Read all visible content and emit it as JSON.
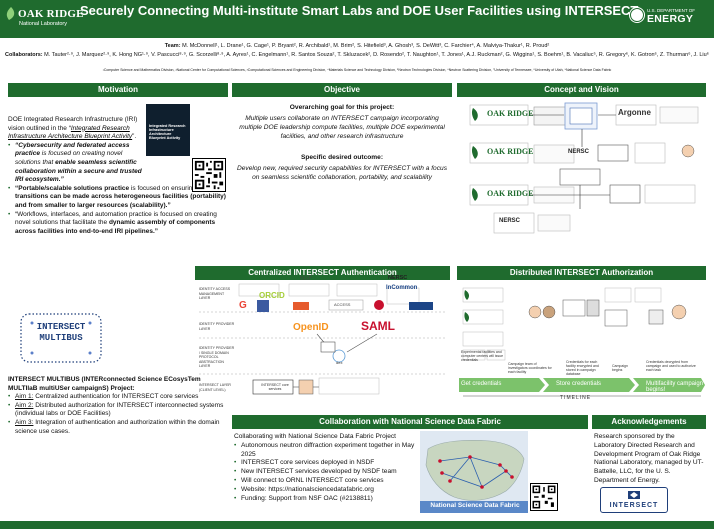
{
  "header": {
    "ornl_logo_line1": "OAK RIDGE",
    "ornl_logo_line2": "National Laboratory",
    "title": "Securely Connecting Multi-institute Smart Labs and DOE User Facilities using INTERSECT",
    "doe_logo_line1": "U.S. DEPARTMENT OF",
    "doe_logo_line2": "ENERGY"
  },
  "authors": {
    "team_label": "Team:",
    "team": "M. McDonnell¹, L. Drane¹, G. Cage¹, P. Bryant², R. Archibald¹, M. Brim², S. Hitefield³, A. Ghosh³, S. DeWitt³, C. Farchier⁴, A. Malviya-Thakur¹, R. Proud²",
    "collab_label": "Collaborators:",
    "collab": "M. Tauter²·⁹, J. Marquez²·⁹, K. Hong NG¹·⁹, V. Pascucci⁸·⁹, G. Scorzelli⁸·⁹, A. Ayres¹, C. Engelmann¹, R. Santos Souza², T. Skluzacek², D. Rosendo², T. Naughton¹, T. Jones¹, A.J. Ruckman², G. Wiggins¹, S. Boehm¹, B. Vacaliuc⁵, R. Gregory⁶, K. Gotron⁶, Z. Thurman⁶, J. Liu⁶",
    "affiliations": "¹Computer Science and Mathematics Division, ²National Center for Computational Sciences, ³Computational Sciences and Engineering Division, ⁴Materials Science and Technology Division, ⁵Neutron Technologies Division, ⁶Neutron Scattering Division, ⁷University of Tennessee, ⁸University of Utah, ⁹National Science Data Fabric"
  },
  "motivation": {
    "heading": "Motivation",
    "intro_plain": "DOE Integrated Research Infrastructure (IRI) vision outlined in the “",
    "intro_link": "Integrated Research Infrastructure Architecture Blueprint Activity",
    "intro_end": "”.",
    "book_title": "Integrated Research Infrastructure Architecture Blueprint Activity",
    "bullet1_bold": "“Cybersecurity and federated access practice",
    "bullet1_rest": " is focused on creating novel solutions that ",
    "bullet1_bold2": "enable seamless scientific collaboration within a secure and trusted IRI ecosystem.”",
    "bullet2_bold": "“Portable/scalable solutions practice",
    "bullet2_rest": " is focused on ensuring that ",
    "bullet2_bold2": "transitions can be made across heterogeneous facilities (portability) and from smaller to larger resources (scalability).”",
    "bullet3_plain": "“Workflows, interfaces, and automation practice is focused on creating novel solutions that facilitate the ",
    "bullet3_bold": "dynamic assembly of components across facilities into end-to-end IRI pipelines.”",
    "multibus_line1": "INTERSECT",
    "multibus_line2": "MULTIBUS",
    "project_title": "INTERSECT MULTIBUS (INTERconnected Science ECosysTem MULTIlaB multiUSer campaignS) Project:",
    "aims": [
      {
        "label": "Aim 1:",
        "text": " Centralized authentication for INTERSECT core services"
      },
      {
        "label": "Aim 2:",
        "text": " Distributed authorization for INTERSECT interconnected systems (individual labs or DOE Facilities)"
      },
      {
        "label": "Aim 3:",
        "text": " Integration of authentication and authorization within the domain science use cases."
      }
    ]
  },
  "objective": {
    "heading": "Objective",
    "goal_title": "Overarching goal for this project:",
    "goal_text": "Multiple users collaborate on INTERSECT campaign incorporating multiple DOE leadership compute facilities, multiple DOE experimental facilities, and other research infrastructure",
    "outcome_title": "Specific desired outcome:",
    "outcome_text": "Develop new, required security capabilities for INTERSECT with a focus on seamless scientific collaboration, portability, and scalability"
  },
  "concept": {
    "heading": "Concept and Vision",
    "labels": [
      "OAK RIDGE",
      "Argonne",
      "NERSC",
      "OAK RIDGE",
      "OAK RIDGE",
      "NERSC"
    ]
  },
  "auth": {
    "heading": "Centralized INTERSECT Authentication",
    "layers": [
      "IDENTITY ACCESS MANAGEMENT LAYER",
      "IDENTITY PROVIDER LAYER",
      "IDENTITY PROVIDER / SINGLE DOMAIN PROTOCOL ABSTRACTION LAYER",
      "INTERSECT LAYER (CLIENT LEVEL)"
    ],
    "providers": [
      "ORCID",
      "NSF",
      "ACCESS",
      "NERSC",
      "InCommon"
    ],
    "protocols": [
      "OpenID",
      "SAML"
    ],
    "intersect_label": "INTERSECT core services",
    "dex_label": "dex"
  },
  "authz": {
    "heading": "Distributed INTERSECT Authorization",
    "steps": [
      "Get credentials",
      "Store credentials",
      "Multifacility campaign begins!"
    ],
    "timeline_label": "TIMELINE",
    "notes": [
      "Experimental facilities and computer centers will issue credentials",
      "Campaign team of investigators coordinates for each facility",
      "Credentials for each facility encrypted and stored in campaign database",
      "Campaign begins",
      "Credentials decrypted from campaign and used to authorize each task"
    ]
  },
  "nsdf": {
    "heading": "Collaboration with National Science Data Fabric",
    "intro": "Collaborating with National Science Data Fabric Project",
    "bullets": [
      "Autonomous neutron diffraction experiment together in May 2025",
      "INTERSECT core services deployed in NSDF",
      "New INTERSECT services developed by NSDF team",
      "Will connect to ORNL INTERSECT core services",
      "Website: https://nationalsciencedatafabric.org",
      "Funding: Support from NSF OAC (#2138811)"
    ],
    "map_caption": "National Science Data Fabric"
  },
  "ack": {
    "heading": "Acknowledgements",
    "text": "Research sponsored by the Laboratory Directed Research and Development Program of Oak Ridge National Laboratory, managed by UT-Battelle, LLC, for the U. S. Department of Energy.",
    "logo_text": "INTERSECT"
  },
  "colors": {
    "brand_green": "#1f6b2e",
    "arrow_green": "#7cc26b"
  }
}
